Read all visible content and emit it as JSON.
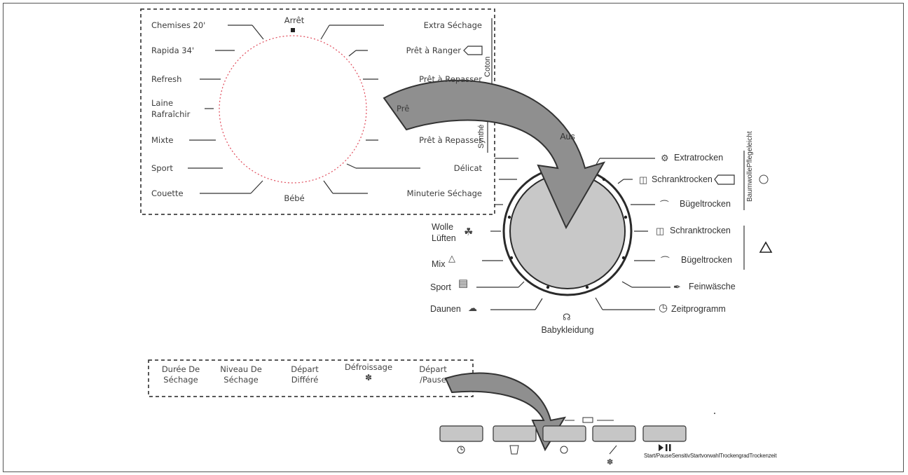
{
  "french_dial": {
    "top": "Arrêt",
    "bottom": "Bébé",
    "left": [
      "Chemises 20'",
      "Rapida 34'",
      "Refresh",
      "Laine",
      "Rafraîchir",
      "Mixte",
      "Sport",
      "Couette"
    ],
    "right": [
      "Extra Séchage",
      "Prêt à Ranger",
      "Prêt à Repasser",
      "Prê",
      "Prêt à Repasser",
      "Délicat",
      "Minuterie Séchage"
    ],
    "group_coton": "Coton",
    "group_synth": "Synthé"
  },
  "german_dial": {
    "top": "Aus",
    "bottom": "Babykleidung",
    "left": [
      "Wolle",
      "Lüften",
      "Mix",
      "Sport",
      "Daunen"
    ],
    "right": [
      "Extratrocken",
      "Schranktrocken",
      "Bügeltrocken",
      "Schranktrocken",
      "Bügeltrocken",
      "Feinwäsche",
      "Zeitprogramm"
    ],
    "group_baumwolle": "Baumwolle",
    "group_pflegeleicht": "Pflegeleicht"
  },
  "french_buttons": [
    {
      "line1": "Durée De",
      "line2": "Séchage"
    },
    {
      "line1": "Niveau De",
      "line2": "Séchage"
    },
    {
      "line1": "Départ",
      "line2": "Différé"
    },
    {
      "line1": "Défroissage",
      "line2": ""
    },
    {
      "line1": "Départ",
      "line2": "/Pause"
    }
  ],
  "german_buttons_caption": "Start/PauseSensitivStartvorwahlTrockengradTrockenzeit",
  "colors": {
    "dial_fill": "#c8c8c8",
    "arrow_fill": "#8f8f8f",
    "red_dots": "#e04a5a",
    "button_fill": "#c6c6c6"
  }
}
